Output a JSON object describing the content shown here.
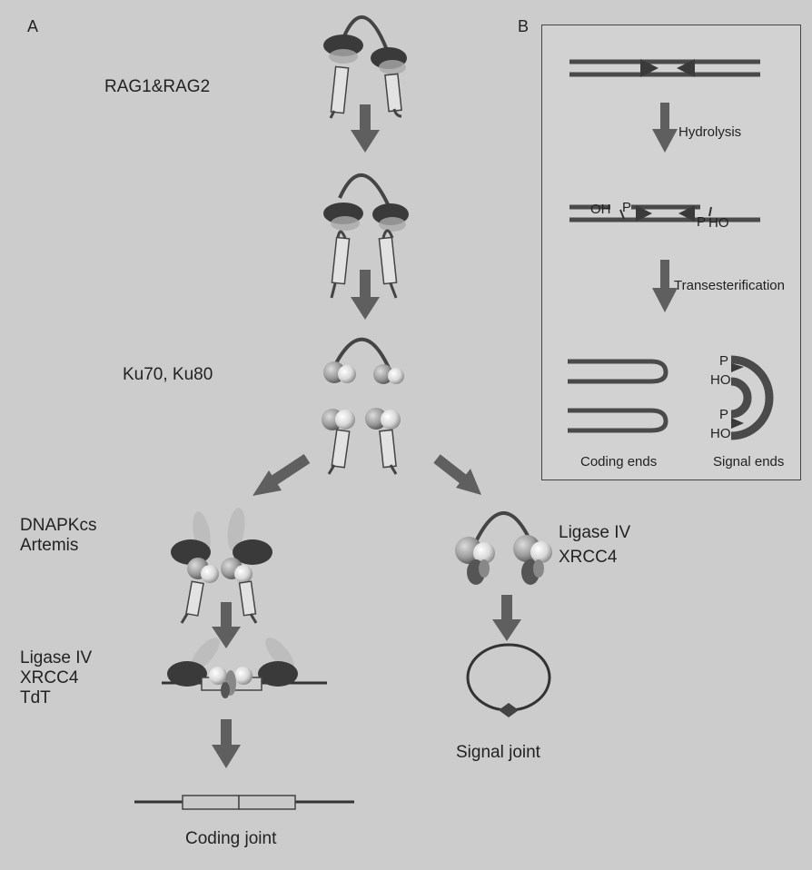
{
  "panels": {
    "a": {
      "label": "A"
    },
    "b": {
      "label": "B"
    }
  },
  "panel_a": {
    "rag_label": "RAG1&RAG2",
    "ku_label": "Ku70, Ku80",
    "coding_factors": [
      "DNAPKcs",
      "Artemis"
    ],
    "signal_factors": [
      "Ligase IV",
      "XRCC4"
    ],
    "coding_ligation": [
      "Ligase IV",
      "XRCC4",
      "TdT"
    ],
    "signal_joint": "Signal joint",
    "coding_joint": "Coding joint"
  },
  "panel_b": {
    "step1": "Hydrolysis",
    "step2": "Transesterification",
    "oh": "OH",
    "p": "P",
    "ho": "HO",
    "coding_ends": "Coding ends",
    "signal_ends": "Signal ends"
  },
  "colors": {
    "background": "#cccccc",
    "arrow": "#5f5f5f",
    "dna": "#4a4a4a",
    "dark_protein": "#3a3a3a",
    "light_protein": "#e6e6e6"
  }
}
